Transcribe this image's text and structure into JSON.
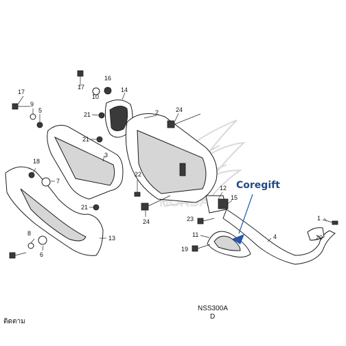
{
  "diagram": {
    "model_code": "NSS300A",
    "variant_code": "D",
    "footer_left_text": "ติดตาม",
    "watermark_brand": "HONDA",
    "overlay_brand_label": "Coregift",
    "overlay_arrow_color": "#2457a8",
    "part_numbers": [
      "1",
      "2",
      "3",
      "4",
      "5",
      "6",
      "7",
      "8",
      "9",
      "10",
      "11",
      "12",
      "13",
      "14",
      "15",
      "16",
      "17",
      "17",
      "18",
      "19",
      "20",
      "21",
      "21",
      "21",
      "22",
      "23",
      "24",
      "24"
    ]
  }
}
